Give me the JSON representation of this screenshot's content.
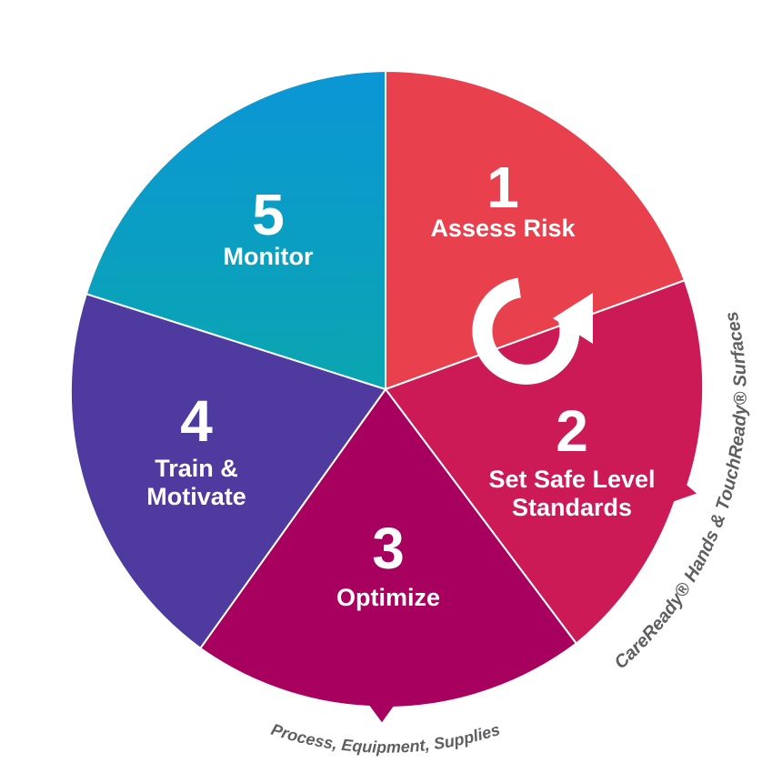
{
  "segments": [
    {
      "number": "1",
      "label_lines": [
        "Assess Risk"
      ],
      "color": "#e8404d"
    },
    {
      "number": "2",
      "label_lines": [
        "Set Safe Level",
        "Standards"
      ],
      "color": "#cc1a57"
    },
    {
      "number": "3",
      "label_lines": [
        "Optimize"
      ],
      "color": "#a8005e"
    },
    {
      "number": "4",
      "label_lines": [
        "Train &",
        "Motivate"
      ],
      "color": "#4f3aa0"
    },
    {
      "number": "5",
      "label_lines": [
        "Monitor"
      ],
      "color_start": "#0aa6b0",
      "color_end": "#0b96d6"
    }
  ],
  "cycle_icon": "circular-arrow-icon",
  "notes": {
    "segment_2": "CareReady® Hands & TouchReady® Surfaces",
    "segment_3": "Process, Equipment, Supplies"
  }
}
